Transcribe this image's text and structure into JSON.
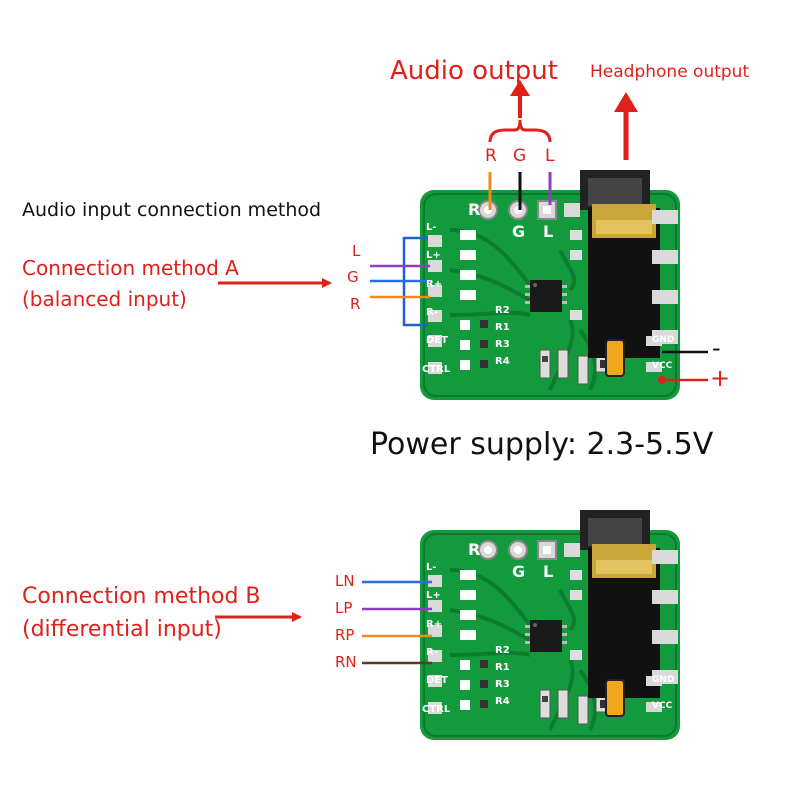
{
  "top": {
    "audio_output": "Audio output",
    "headphone_output": "Headphone output",
    "pins": [
      "R",
      "G",
      "L"
    ],
    "input_method_title": "Audio input connection method",
    "method_a_line1": "Connection method A",
    "method_a_line2": "(balanced input)",
    "method_a_wires": [
      "L",
      "G",
      "R"
    ],
    "power_minus": "-",
    "power_plus": "+",
    "power_supply": "Power supply: 2.3-5.5V"
  },
  "bottom": {
    "method_b_line1": "Connection method B",
    "method_b_line2": "(differential input)",
    "method_b_wires": [
      "LN",
      "LP",
      "RP",
      "RN"
    ]
  },
  "board": {
    "silk_pins_top": [
      "R",
      "G",
      "L"
    ],
    "silk_left": [
      "L-",
      "L+",
      "R+",
      "R-",
      "DET",
      "CTRL"
    ],
    "silk_right": [
      "GND",
      "VCC"
    ],
    "silk_res": [
      "R2",
      "R1",
      "R3",
      "R4"
    ]
  },
  "colors": {
    "accent_red": "#e0201a",
    "board_green": "#129a3c",
    "wire_orange": "#f08a1c",
    "wire_purple": "#8a3fbf",
    "wire_blue": "#2a6fe0",
    "wire_brown": "#5a3a1e",
    "bracket_blue": "#1f5fd0"
  }
}
